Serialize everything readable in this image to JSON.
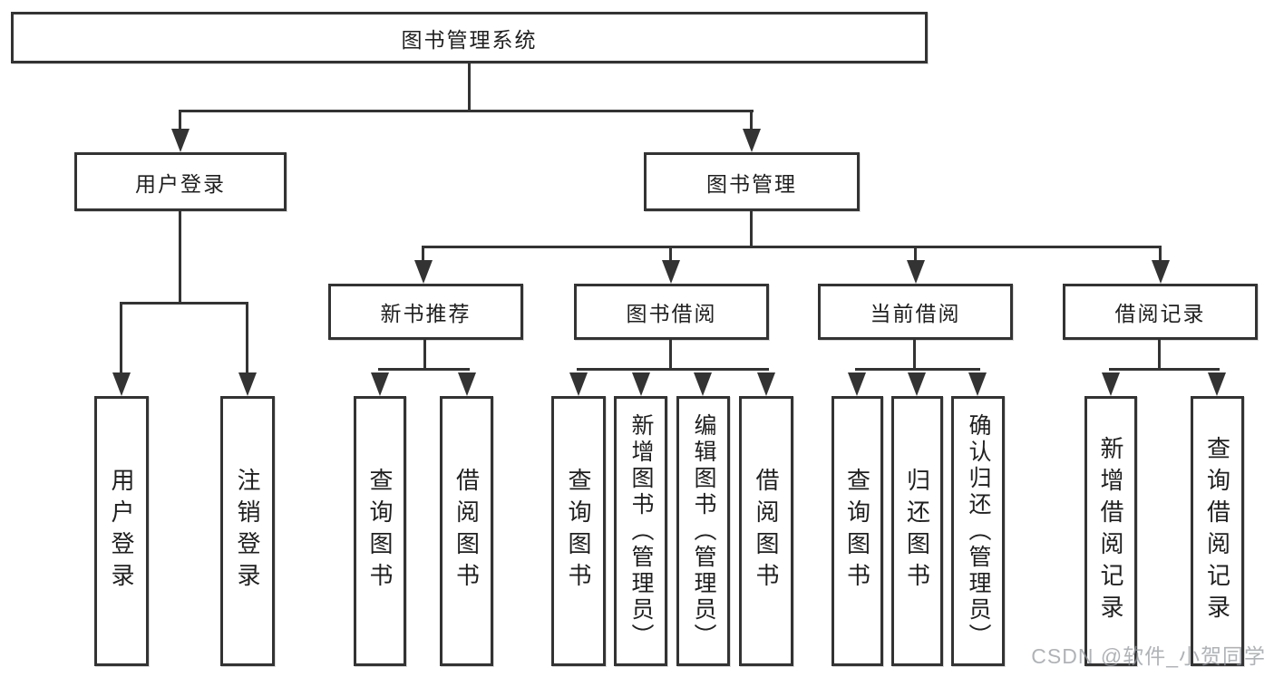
{
  "diagram": {
    "type": "hierarchy-tree",
    "root": "图书管理系统",
    "level2": [
      {
        "label": "用户登录"
      },
      {
        "label": "图书管理"
      }
    ],
    "level3": [
      {
        "label": "新书推荐"
      },
      {
        "label": "图书借阅"
      },
      {
        "label": "当前借阅"
      },
      {
        "label": "借阅记录"
      }
    ],
    "leaves": {
      "userLogin": [
        "用户登录",
        "注销登录"
      ],
      "newBook": [
        "查询图书",
        "借阅图书"
      ],
      "bookBorrow": [
        "查询图书",
        "新增图书（管理员）",
        "编辑图书（管理员）",
        "借阅图书"
      ],
      "currentBorrow": [
        "查询图书",
        "归还图书",
        "确认归还（管理员）"
      ],
      "borrowRecord": [
        "新增借阅记录",
        "查询借阅记录"
      ]
    }
  },
  "watermark": "CSDN @软件_小贺同学",
  "colors": {
    "line": "#333333",
    "text": "#1f1f1f",
    "background": "#ffffff",
    "watermark": "#9aa0a5"
  }
}
